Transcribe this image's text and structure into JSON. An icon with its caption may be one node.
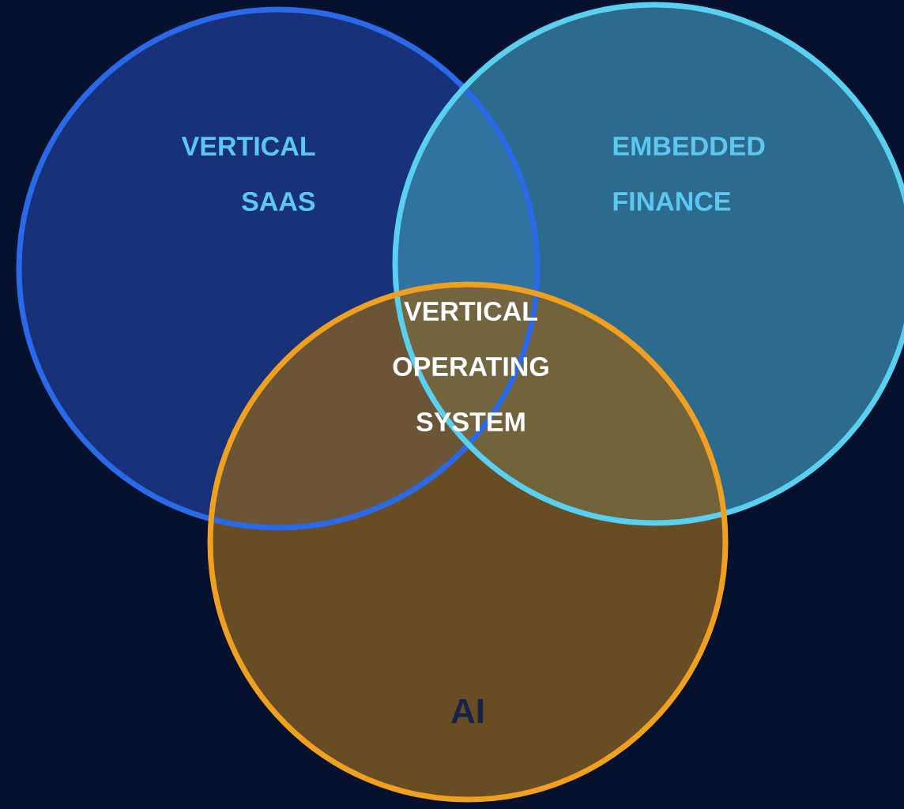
{
  "diagram": {
    "nodes": [
      {
        "text": [
          "VERTICAL SAAS"
        ]
      },
      {
        "text": [
          "EMBEDDED FINANCE"
        ]
      },
      {
        "text": [
          "AI"
        ]
      }
    ],
    "labels": [
      "VERTICAL OPERATING SYSTEM"
    ]
  }
}
